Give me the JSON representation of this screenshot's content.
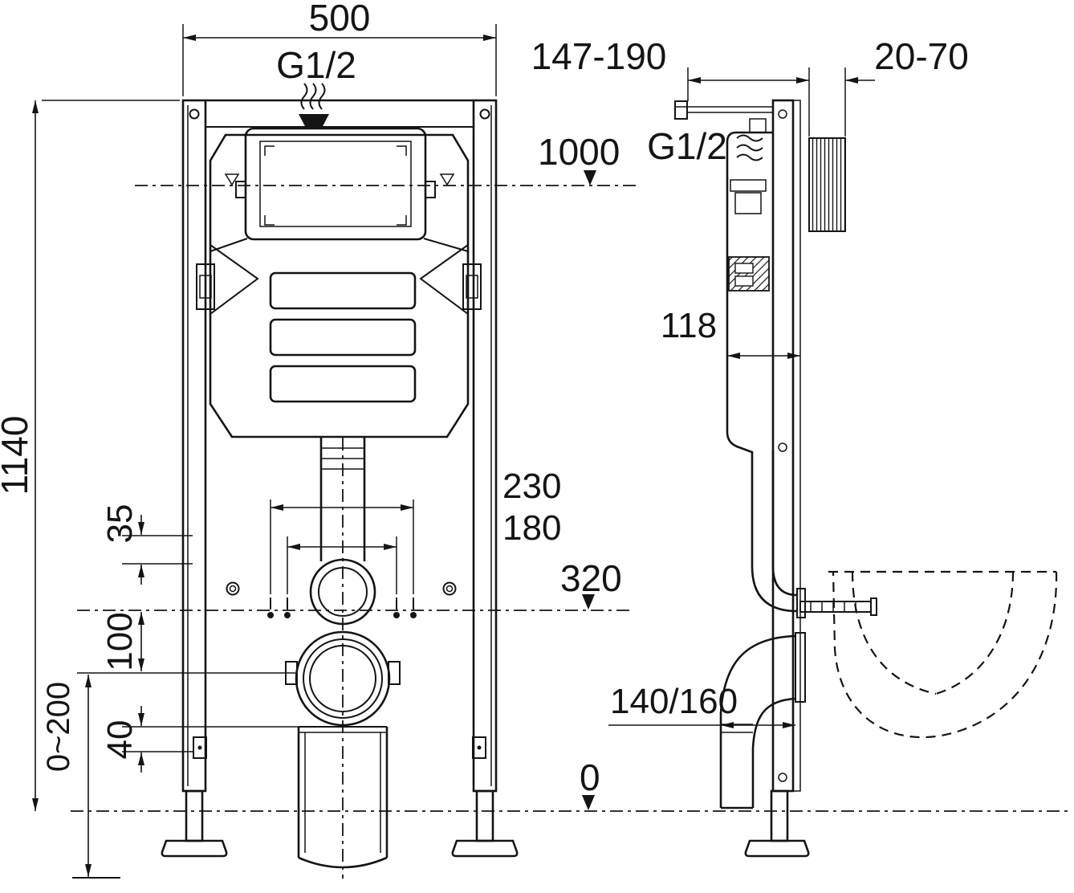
{
  "front_view": {
    "dim_width": "500",
    "supply_thread": "G1/2",
    "dim_height": "1140",
    "level_flush_plate": "1000",
    "dim_bolt_span_outer": "230",
    "dim_bolt_span_inner": "180",
    "level_outlet": "320",
    "dim_offset_35": "35",
    "dim_offset_100": "100",
    "dim_offset_40": "40",
    "dim_adjust_range": "0~200",
    "level_floor": "0"
  },
  "side_view": {
    "dim_depth_range": "147-190",
    "dim_wall_thickness_range": "20-70",
    "supply_thread": "G1/2",
    "dim_depth": "118",
    "dim_outlet_pipe": "140/160"
  },
  "colors": {
    "line": "#141414",
    "background": "#ffffff"
  }
}
